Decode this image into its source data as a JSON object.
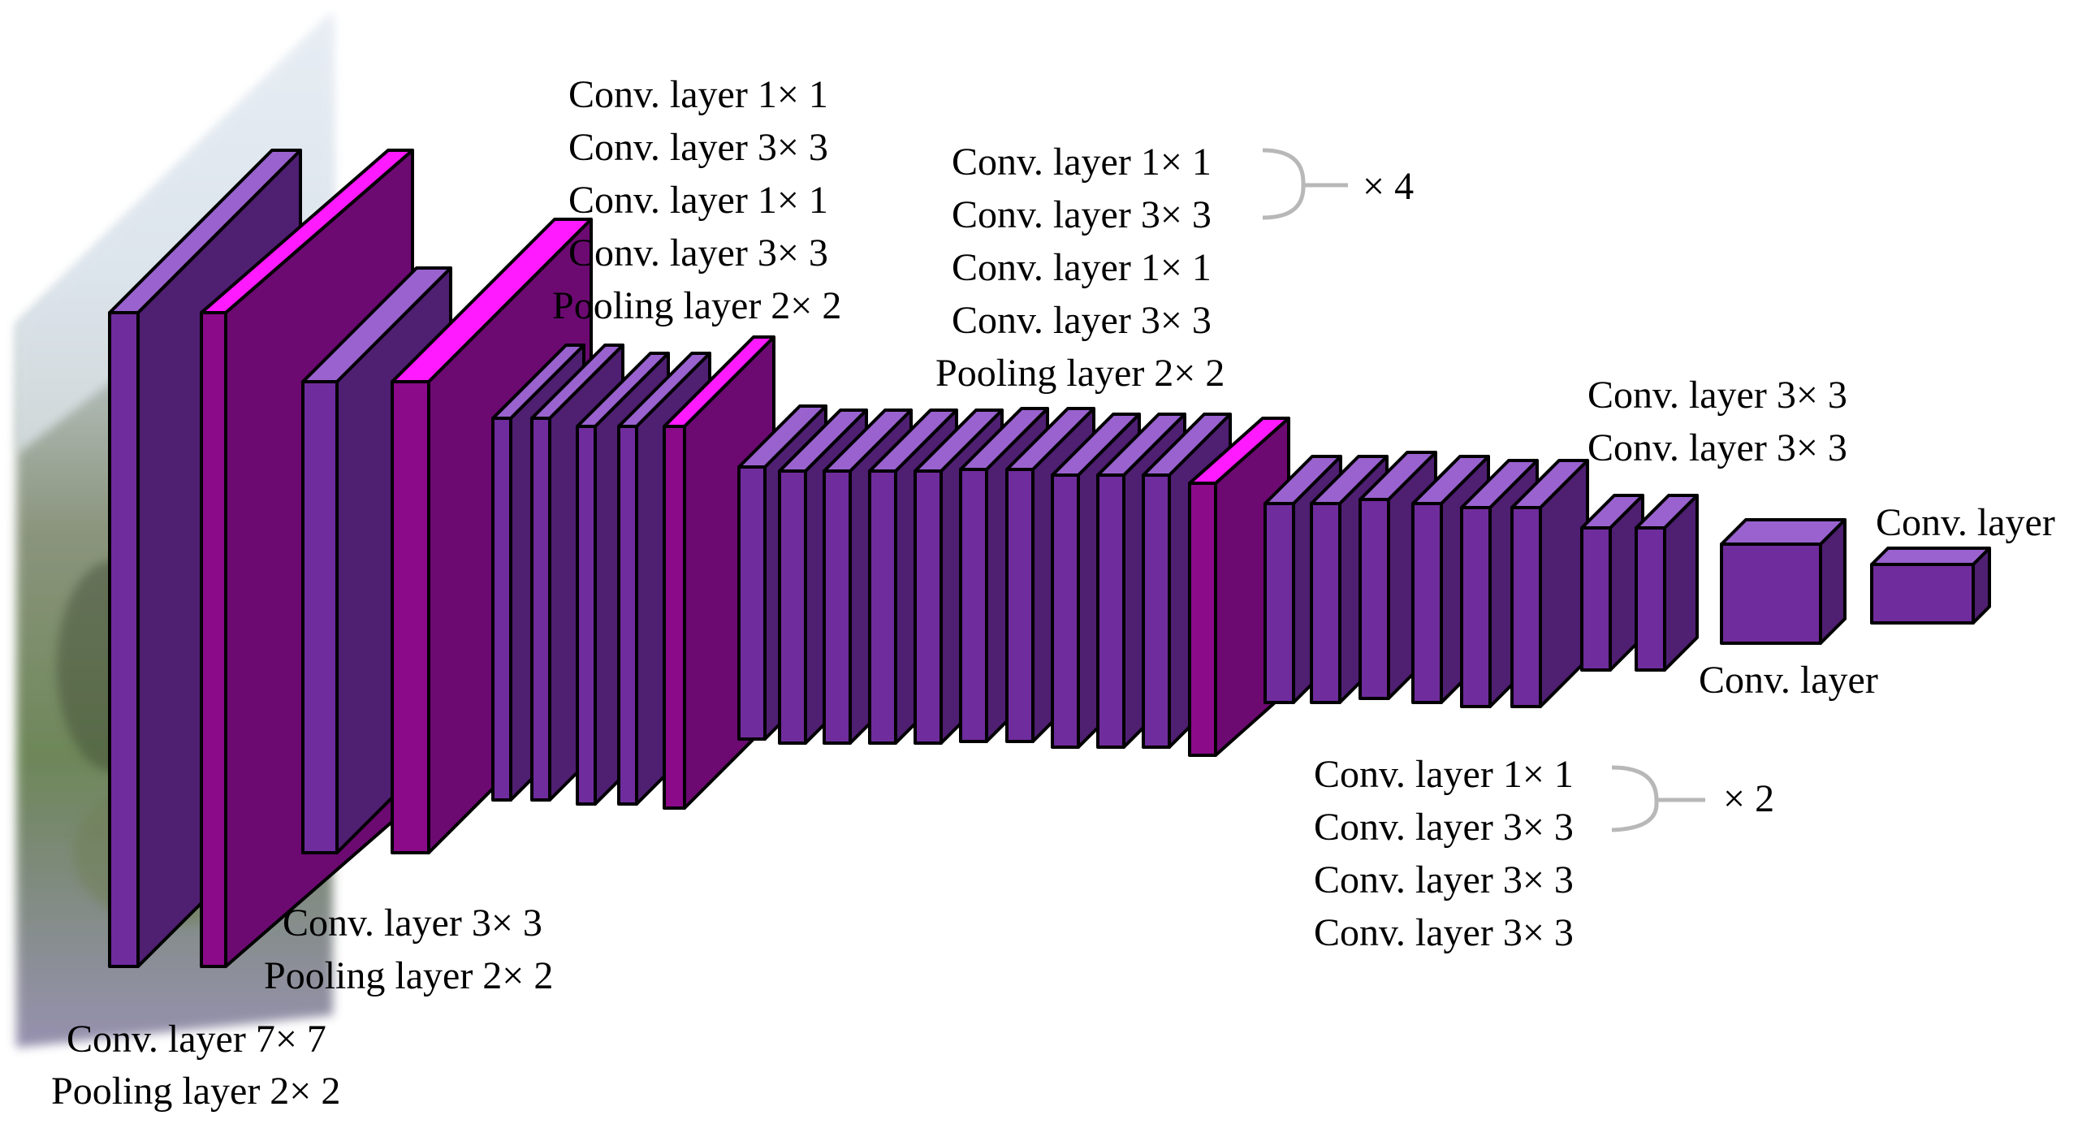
{
  "diagram": {
    "palette": {
      "conv": "#6f2c9c",
      "conv_side": "#4f1f72",
      "conv_top": "#9a62cf",
      "pool": "#8a0a8a",
      "pool_side": "#6c0a72",
      "pool_top": "#ff1aff",
      "outline": "#000000",
      "bracket": "#b8b8b8"
    },
    "labels": {
      "stage1": [
        "Conv. layer 7× 7",
        "Pooling layer 2× 2"
      ],
      "stage2": [
        "Conv. layer 3× 3",
        "Pooling layer 2× 2"
      ],
      "stage3": [
        "Conv. layer 1× 1",
        "Conv. layer 3× 3",
        "Conv. layer 1× 1",
        "Conv. layer 3× 3",
        "Pooling layer 2× 2"
      ],
      "stage4": [
        "Conv. layer 1× 1",
        "Conv. layer 3× 3",
        "Conv. layer 1× 1",
        "Conv. layer 3× 3",
        "Pooling layer 2× 2"
      ],
      "stage4_repeat": "× 4",
      "stage5": [
        "Conv. layer 1× 1",
        "Conv. layer 3× 3",
        "Conv. layer 3× 3",
        "Conv. layer 3× 3"
      ],
      "stage5_repeat": "× 2",
      "stage6": [
        "Conv. layer 3× 3",
        "Conv. layer 3× 3"
      ],
      "conv_a": "Conv. layer",
      "conv_b": "Conv. layer"
    }
  }
}
